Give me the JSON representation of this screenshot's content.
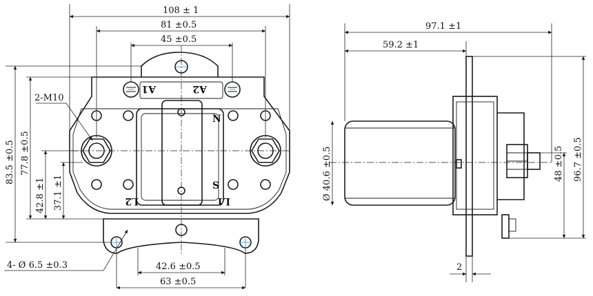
{
  "front_view": {
    "dim_overall_width": "108 ± 1",
    "dim_mount_width": "81 ±0.5",
    "dim_top_holes": "45 ±0.5",
    "dim_height": "83.5 ±0.5",
    "dim_height_2": "77.8 ±0.5",
    "dim_stud_height": "42.8 ±1",
    "dim_stud_height_2": "37.1 ±1",
    "dim_bottom_holes": "42.6 ±0.5",
    "dim_base_width": "63 ±0.5",
    "thread_callout": "2-M10",
    "hole_callout": "4- Ø 6.5 ±0.3",
    "terminal_a1": "A1",
    "terminal_a2": "A2",
    "terminal_l1": "L1",
    "terminal_l2": "L2",
    "pole_n": "N",
    "pole_s": "S"
  },
  "side_view": {
    "dim_length": "97.1 ±1",
    "dim_body_length": "59.2 ±1",
    "dim_diameter": "Ø 40.6 ±0.5",
    "dim_stud_height": "48 ±0.5",
    "dim_total_height": "96.7 ±0.5",
    "dim_plate_thickness": "2"
  }
}
